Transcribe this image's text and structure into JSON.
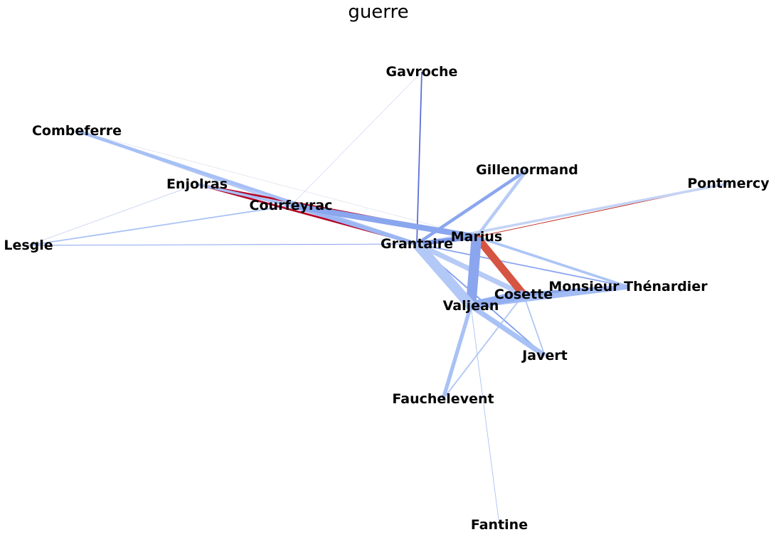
{
  "title": "guerre",
  "nodes": [
    {
      "id": "Gavroche",
      "label": "Gavroche"
    },
    {
      "id": "Combeferre",
      "label": "Combeferre"
    },
    {
      "id": "Gillenormand",
      "label": "Gillenormand"
    },
    {
      "id": "Enjolras",
      "label": "Enjolras"
    },
    {
      "id": "Pontmercy",
      "label": "Pontmercy"
    },
    {
      "id": "Courfeyrac",
      "label": "Courfeyrac"
    },
    {
      "id": "Marius",
      "label": "Marius"
    },
    {
      "id": "Lesgle",
      "label": "Lesgle"
    },
    {
      "id": "Grantaire",
      "label": "Grantaire"
    },
    {
      "id": "MonsieurThenardier",
      "label": "Monsieur Thénardier"
    },
    {
      "id": "Cosette",
      "label": "Cosette"
    },
    {
      "id": "Valjean",
      "label": "Valjean"
    },
    {
      "id": "Javert",
      "label": "Javert"
    },
    {
      "id": "Fauchelevent",
      "label": "Fauchelevent"
    },
    {
      "id": "Fantine",
      "label": "Fantine"
    }
  ],
  "edges": [
    {
      "source": "Gavroche",
      "target": "Grantaire",
      "weight": 2,
      "color": "#5b6fd6"
    },
    {
      "source": "Gavroche",
      "target": "Courfeyrac",
      "weight": 0.5,
      "color": "#c7d2f0"
    },
    {
      "source": "Combeferre",
      "target": "Grantaire",
      "weight": 5,
      "color": "#a7c0f5"
    },
    {
      "source": "Combeferre",
      "target": "Marius",
      "weight": 0.5,
      "color": "#d6dbe8"
    },
    {
      "source": "Combeferre",
      "target": "Courfeyrac",
      "weight": 3,
      "color": "#b4c8f4"
    },
    {
      "source": "Enjolras",
      "target": "Marius",
      "weight": 3,
      "color": "#b40426"
    },
    {
      "source": "Enjolras",
      "target": "Grantaire",
      "weight": 3,
      "color": "#b40426"
    },
    {
      "source": "Enjolras",
      "target": "Courfeyrac",
      "weight": 4,
      "color": "#a7c0f5"
    },
    {
      "source": "Enjolras",
      "target": "Lesgle",
      "weight": 1,
      "color": "#c7d2f0"
    },
    {
      "source": "Courfeyrac",
      "target": "Marius",
      "weight": 9,
      "color": "#8aa6ee"
    },
    {
      "source": "Courfeyrac",
      "target": "Grantaire",
      "weight": 6,
      "color": "#9cb6f3"
    },
    {
      "source": "Courfeyrac",
      "target": "Lesgle",
      "weight": 2,
      "color": "#a9c2f5"
    },
    {
      "source": "Lesgle",
      "target": "Grantaire",
      "weight": 1,
      "color": "#7f9cec"
    },
    {
      "source": "Gillenormand",
      "target": "Grantaire",
      "weight": 5,
      "color": "#8aa6ee"
    },
    {
      "source": "Gillenormand",
      "target": "Marius",
      "weight": 5,
      "color": "#b7cbf5"
    },
    {
      "source": "Pontmercy",
      "target": "Marius",
      "weight": 1,
      "color": "#c0281d"
    },
    {
      "source": "Pontmercy",
      "target": "Grantaire",
      "weight": 4,
      "color": "#c4d4f5"
    },
    {
      "source": "Marius",
      "target": "Grantaire",
      "weight": 7,
      "color": "#7b96ea"
    },
    {
      "source": "Marius",
      "target": "Cosette",
      "weight": 12,
      "color": "#d65442"
    },
    {
      "source": "Marius",
      "target": "Valjean",
      "weight": 16,
      "color": "#8ba6ee"
    },
    {
      "source": "Marius",
      "target": "MonsieurThenardier",
      "weight": 4,
      "color": "#adc5f6"
    },
    {
      "source": "Grantaire",
      "target": "Valjean",
      "weight": 16,
      "color": "#b2c8f7"
    },
    {
      "source": "Grantaire",
      "target": "Cosette",
      "weight": 8,
      "color": "#b6cbf5"
    },
    {
      "source": "Grantaire",
      "target": "MonsieurThenardier",
      "weight": 2,
      "color": "#8aa6ee"
    },
    {
      "source": "Grantaire",
      "target": "Javert",
      "weight": 2,
      "color": "#7f9cec"
    },
    {
      "source": "Valjean",
      "target": "Cosette",
      "weight": 14,
      "color": "#93aff1"
    },
    {
      "source": "Valjean",
      "target": "MonsieurThenardier",
      "weight": 8,
      "color": "#a3bcf4"
    },
    {
      "source": "Valjean",
      "target": "Javert",
      "weight": 8,
      "color": "#a9c2f5"
    },
    {
      "source": "Valjean",
      "target": "Fauchelevent",
      "weight": 6,
      "color": "#a9c2f5"
    },
    {
      "source": "Valjean",
      "target": "Fantine",
      "weight": 1,
      "color": "#a9c2f5"
    },
    {
      "source": "Cosette",
      "target": "MonsieurThenardier",
      "weight": 6,
      "color": "#8aa6ee"
    },
    {
      "source": "Cosette",
      "target": "Javert",
      "weight": 2,
      "color": "#aec6f4"
    },
    {
      "source": "Cosette",
      "target": "Fauchelevent",
      "weight": 2,
      "color": "#aec6f4"
    }
  ]
}
